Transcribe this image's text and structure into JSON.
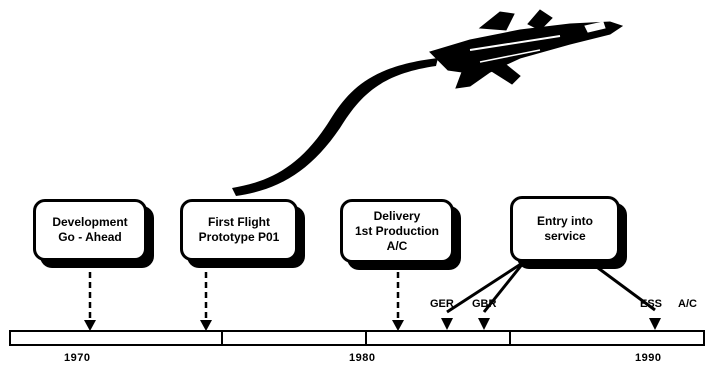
{
  "diagram": {
    "milestones": [
      {
        "line1": "Development",
        "line2": "Go - Ahead"
      },
      {
        "line1": "First Flight",
        "line2": "Prototype P01"
      },
      {
        "line1": "Delivery",
        "line2": "1st Production",
        "line3": "A/C"
      },
      {
        "line1": "Entry into",
        "line2": "service"
      }
    ],
    "years": [
      "1970",
      "1980",
      "1990"
    ],
    "service_labels": [
      "GER",
      "GBR",
      "ESS",
      "A/C"
    ],
    "aircraft_icon": "fighter-jet-icon",
    "colors": {
      "ink": "#000000",
      "paper": "#ffffff"
    }
  }
}
